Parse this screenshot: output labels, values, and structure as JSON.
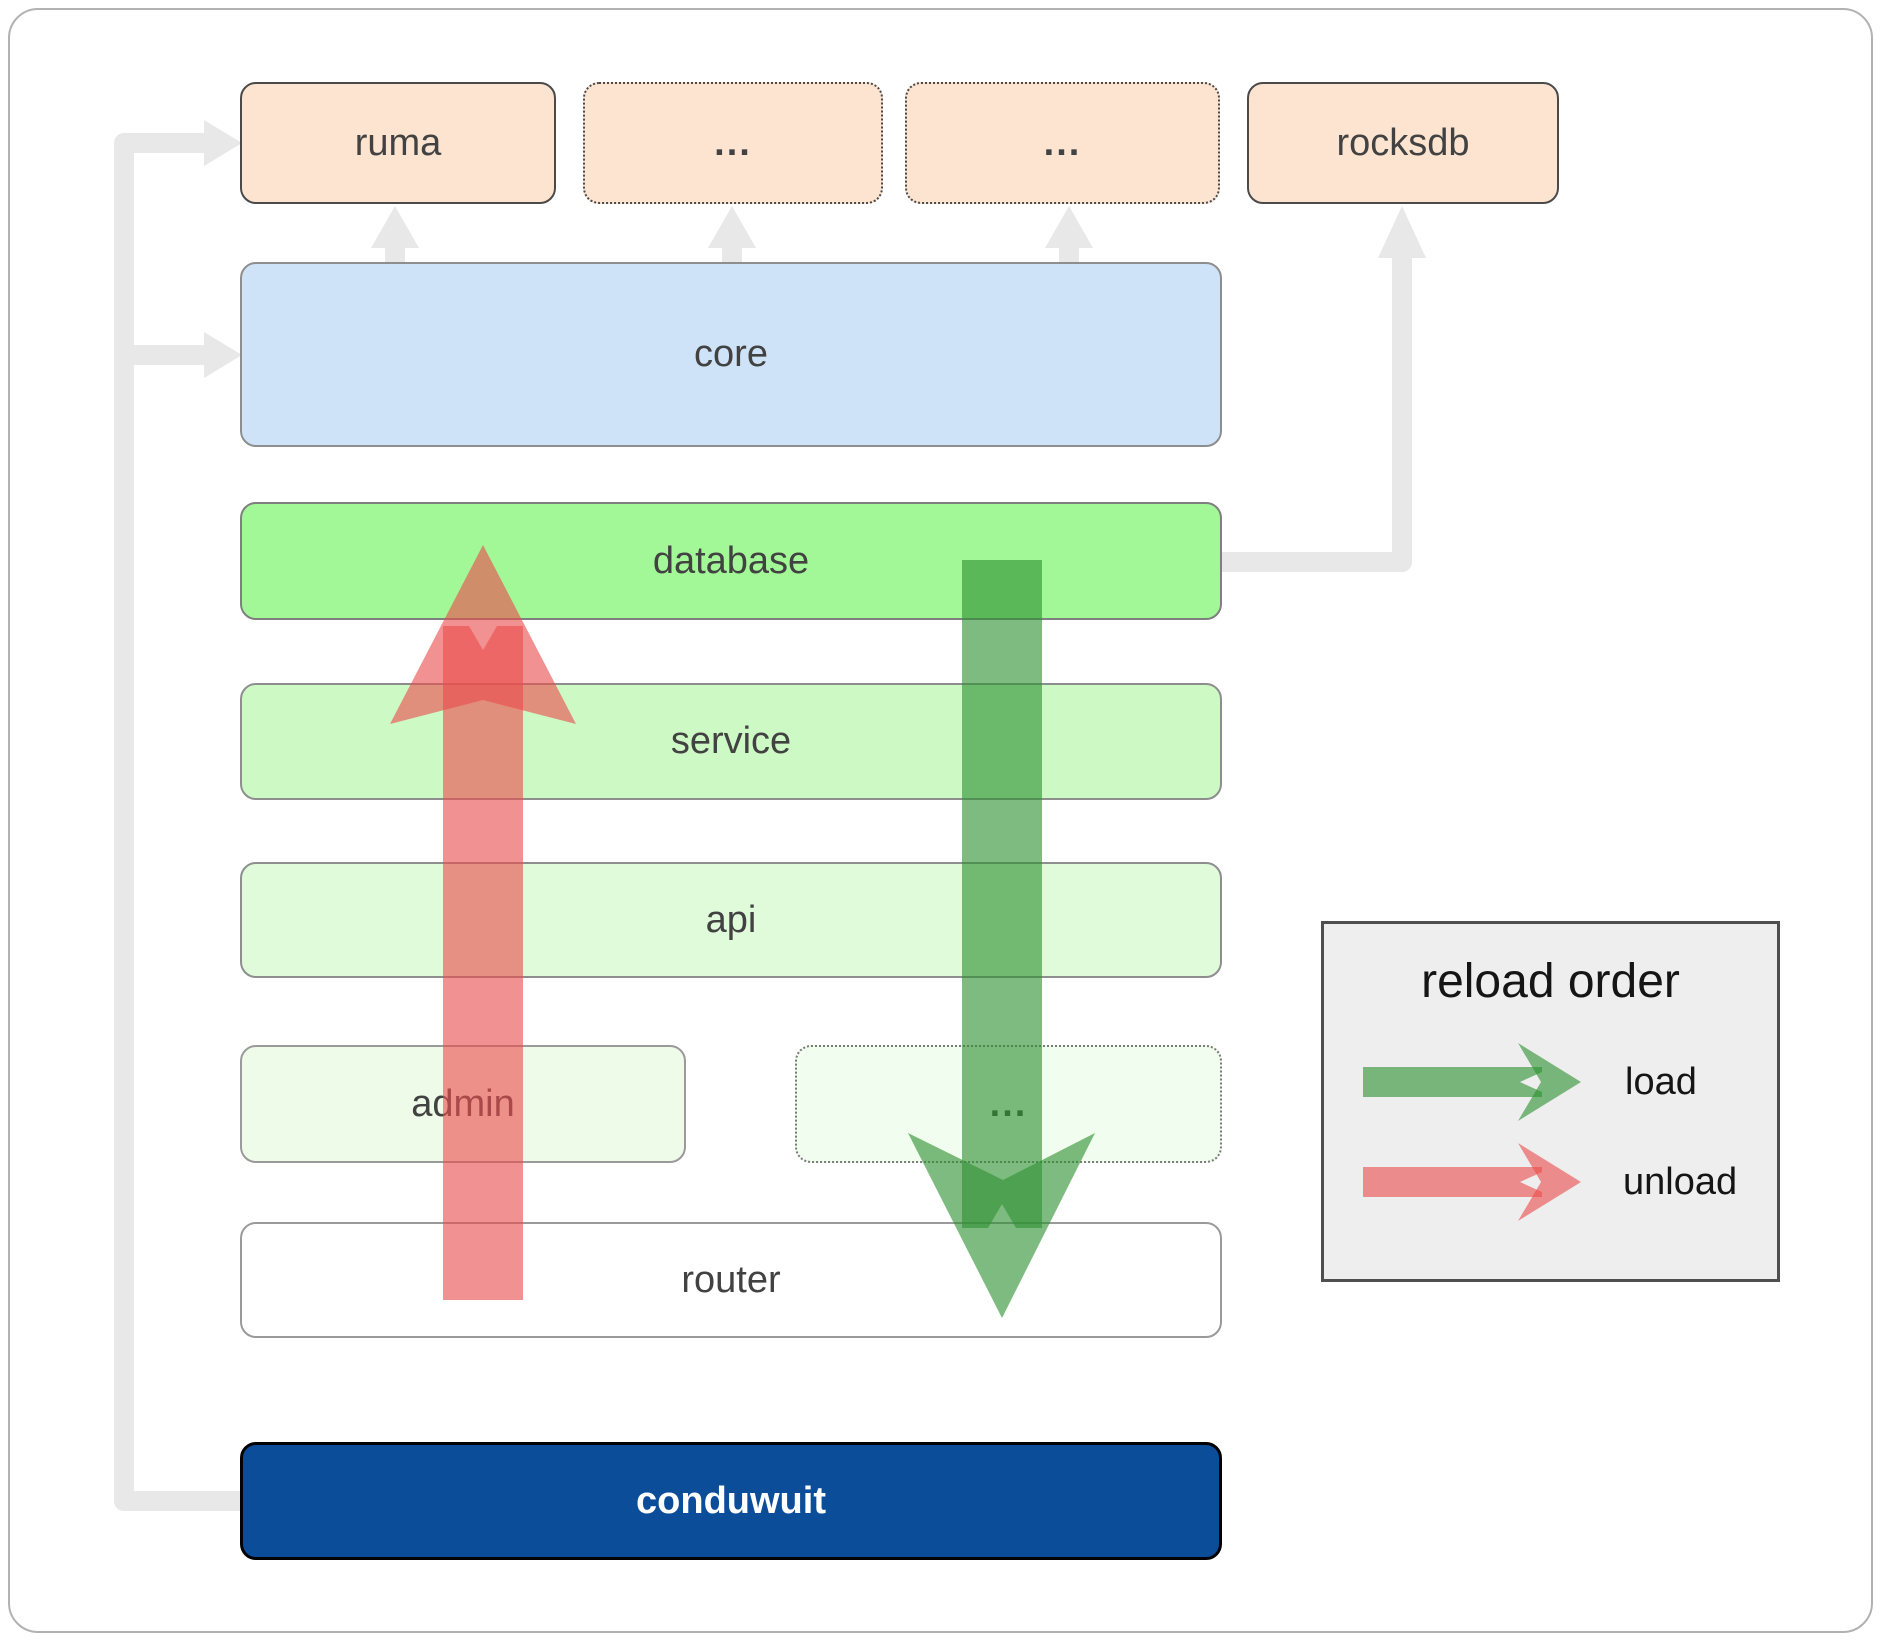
{
  "top_row": {
    "ruma": {
      "label": "ruma"
    },
    "ellipsis_a": {
      "label": "..."
    },
    "ellipsis_b": {
      "label": "..."
    },
    "rocksdb": {
      "label": "rocksdb"
    }
  },
  "layers": {
    "core": {
      "label": "core"
    },
    "database": {
      "label": "database"
    },
    "service": {
      "label": "service"
    },
    "api": {
      "label": "api"
    },
    "admin": {
      "label": "admin"
    },
    "ellipsis_c": {
      "label": "..."
    },
    "router": {
      "label": "router"
    },
    "conduwuit": {
      "label": "conduwuit"
    }
  },
  "legend": {
    "title": "reload order",
    "items": [
      {
        "label": "load",
        "color": "#2e9132"
      },
      {
        "label": "unload",
        "color": "#ea4d4d"
      }
    ]
  },
  "palette": {
    "peach": "#fce4d1",
    "peach_border": "#4a4a4a",
    "blue": "#cfe3f8",
    "green_db": "#a2f897",
    "green_service": "#cdf9c5",
    "green_api": "#dffbda",
    "green_admin": "#eefbe9",
    "green_ellipsis": "#f1fdee",
    "router_bg": "#ffffff",
    "navy": "#0c4d9a",
    "arrow_gray": "#e8e8e8",
    "load_green": "#2e9132",
    "unload_red": "#ea4d4d",
    "legend_bg": "#eeeeee",
    "box_border": "#8e8e8e",
    "label_text": "#424242"
  }
}
